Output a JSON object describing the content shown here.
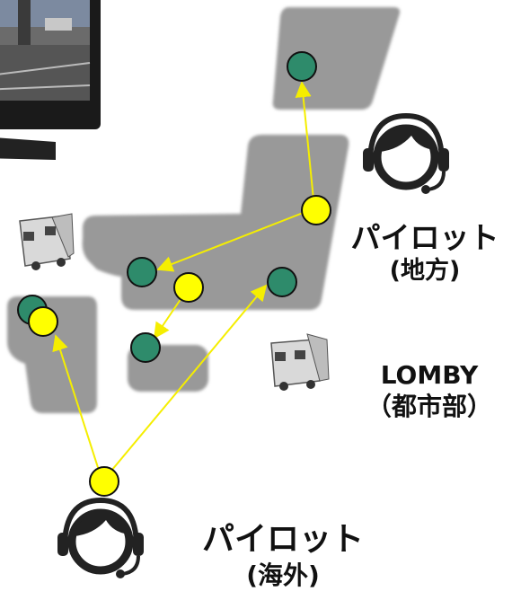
{
  "labels": {
    "pilot_region": {
      "title": "パイロット",
      "subtitle": "(地方)"
    },
    "lomby": {
      "title": "LOMBY",
      "subtitle": "（都市部）"
    },
    "pilot_overseas": {
      "title": "パイロット",
      "subtitle": "(海外)"
    }
  },
  "colors": {
    "land": "#999999",
    "robot_node": "#2e8b6b",
    "pilot_node": "#ffff00",
    "link": "#f5ee00",
    "node_outline": "#111111",
    "icon": "#222222"
  },
  "icons": [
    "monitor-icon",
    "operator-headset-icon",
    "robot-icon"
  ]
}
